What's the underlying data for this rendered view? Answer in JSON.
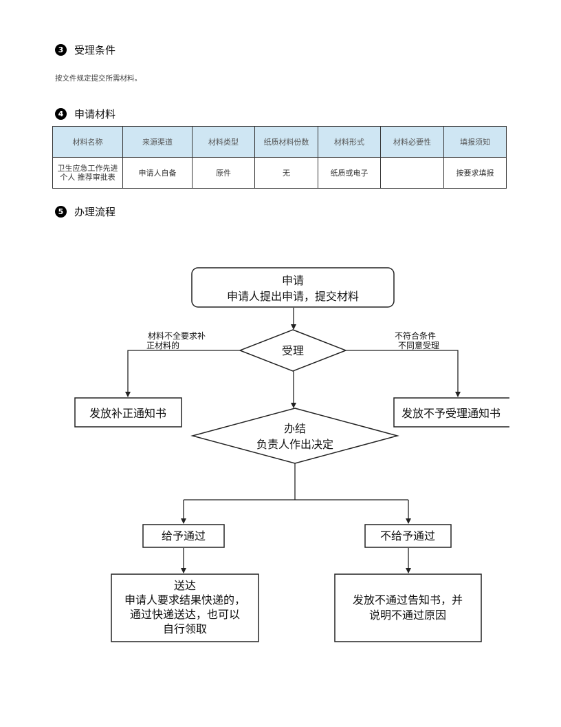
{
  "section3": {
    "number": "3",
    "title": "受理条件"
  },
  "condition_text": "按文件规定提交所需材料。",
  "section4": {
    "number": "4",
    "title": "申请材料"
  },
  "materials_table": {
    "headers": [
      "材料名称",
      "来源渠道",
      "材料类型",
      "纸质材料份数",
      "材料形式",
      "材料必要性",
      "填报须知"
    ],
    "rows": [
      [
        "卫生应急工作先进个人 推荐审批表",
        "申请人自备",
        "原件",
        "无",
        "纸质或电子",
        "",
        "按要求填报"
      ]
    ]
  },
  "section5": {
    "number": "5",
    "title": "办理流程"
  },
  "flowchart": {
    "apply": {
      "line1": "申请",
      "line2": "申请人提出申请，提交材料"
    },
    "accept": "受理",
    "incomplete_label": {
      "line1": "材料不全要求补",
      "line2": "正材料的"
    },
    "reject_label": {
      "line1": "不符合条件",
      "line2": "不同意受理"
    },
    "correction_notice": "发放补正通知书",
    "reject_notice": "发放不予受理通知书",
    "decide": {
      "line1": "办结",
      "line2": "负责人作出决定"
    },
    "approve": "给予通过",
    "deny": "不给予通过",
    "deliver": {
      "line1": "送达",
      "line2": "申请人要求结果快递的，",
      "line3": "通过快递送达，也可以",
      "line4": "自行领取"
    },
    "deny_notice": {
      "line1": "发放不通过告知书，并",
      "line2": "说明不通过原因"
    }
  }
}
